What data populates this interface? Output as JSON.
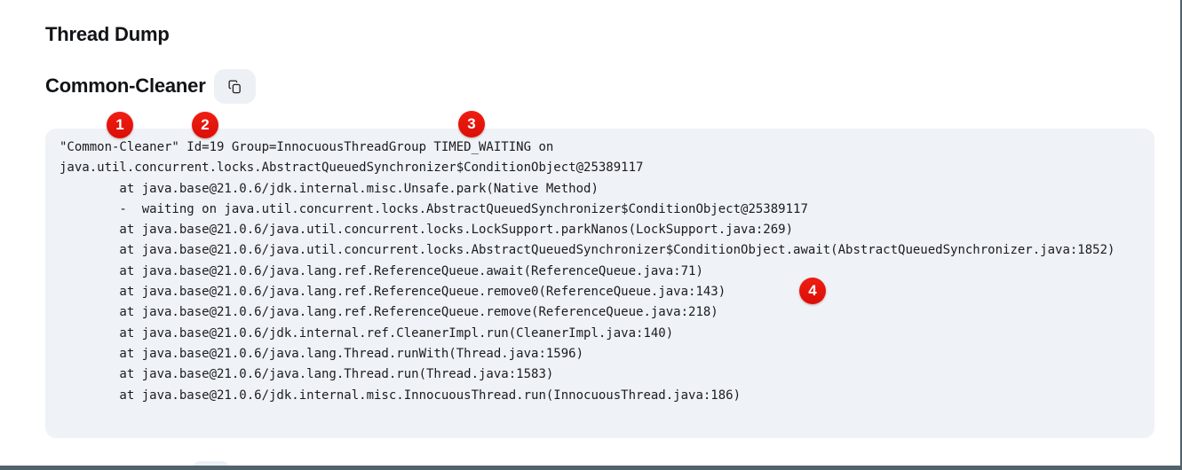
{
  "header": {
    "title": "Thread Dump"
  },
  "section": {
    "heading": "Common-Cleaner",
    "copy_icon": "copy-icon"
  },
  "annotations": {
    "badges": [
      {
        "label": "1"
      },
      {
        "label": "2"
      },
      {
        "label": "3"
      },
      {
        "label": "4"
      }
    ]
  },
  "code": {
    "lines": [
      "\"Common-Cleaner\" Id=19 Group=InnocuousThreadGroup TIMED_WAITING on",
      "java.util.concurrent.locks.AbstractQueuedSynchronizer$ConditionObject@25389117",
      "        at java.base@21.0.6/jdk.internal.misc.Unsafe.park(Native Method)",
      "        -  waiting on java.util.concurrent.locks.AbstractQueuedSynchronizer$ConditionObject@25389117",
      "        at java.base@21.0.6/java.util.concurrent.locks.LockSupport.parkNanos(LockSupport.java:269)",
      "        at java.base@21.0.6/java.util.concurrent.locks.AbstractQueuedSynchronizer$ConditionObject.await(AbstractQueuedSynchronizer.java:1852)",
      "        at java.base@21.0.6/java.lang.ref.ReferenceQueue.await(ReferenceQueue.java:71)",
      "        at java.base@21.0.6/java.lang.ref.ReferenceQueue.remove0(ReferenceQueue.java:143)",
      "        at java.base@21.0.6/java.lang.ref.ReferenceQueue.remove(ReferenceQueue.java:218)",
      "        at java.base@21.0.6/jdk.internal.ref.CleanerImpl.run(CleanerImpl.java:140)",
      "        at java.base@21.0.6/java.lang.Thread.runWith(Thread.java:1596)",
      "        at java.base@21.0.6/java.lang.Thread.run(Thread.java:1583)",
      "        at java.base@21.0.6/jdk.internal.misc.InnocuousThread.run(InnocuousThread.java:186)"
    ]
  },
  "colors": {
    "badge_red": "#e3140b",
    "code_background": "#eff2f6",
    "window_edge": "#50626b",
    "button_background": "#edf0f4"
  }
}
